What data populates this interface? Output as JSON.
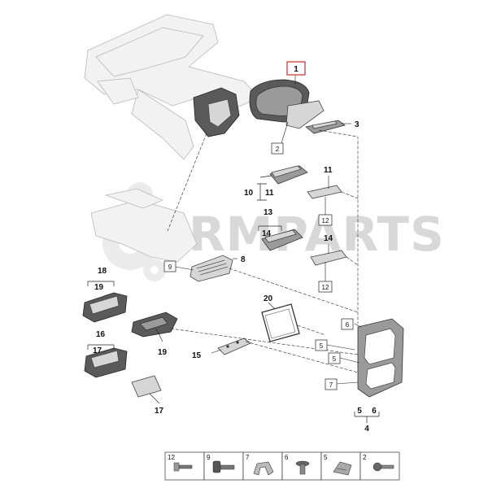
{
  "watermark": {
    "text": "RMPARTS"
  },
  "callouts": [
    {
      "id": "c1",
      "text": "1",
      "boxed": true,
      "highlight": true
    },
    {
      "id": "c2",
      "text": "2",
      "boxed": true
    },
    {
      "id": "c3",
      "text": "3",
      "boxed": false
    },
    {
      "id": "c4",
      "text": "4",
      "boxed": false
    },
    {
      "id": "c5a",
      "text": "5",
      "boxed": true
    },
    {
      "id": "c5b",
      "text": "5",
      "boxed": true
    },
    {
      "id": "c56a",
      "text": "5",
      "boxed": false
    },
    {
      "id": "c56b",
      "text": "6",
      "boxed": false
    },
    {
      "id": "c6",
      "text": "6",
      "boxed": true
    },
    {
      "id": "c7",
      "text": "7",
      "boxed": true
    },
    {
      "id": "c8",
      "text": "8",
      "boxed": false
    },
    {
      "id": "c9",
      "text": "9",
      "boxed": true
    },
    {
      "id": "c10",
      "text": "10",
      "boxed": false
    },
    {
      "id": "c11a",
      "text": "11",
      "boxed": false
    },
    {
      "id": "c11b",
      "text": "11",
      "boxed": false
    },
    {
      "id": "c12a",
      "text": "12",
      "boxed": true
    },
    {
      "id": "c12b",
      "text": "12",
      "boxed": true
    },
    {
      "id": "c13",
      "text": "13",
      "boxed": false
    },
    {
      "id": "c14a",
      "text": "14",
      "boxed": false
    },
    {
      "id": "c14b",
      "text": "14",
      "boxed": false
    },
    {
      "id": "c15",
      "text": "15",
      "boxed": false
    },
    {
      "id": "c16",
      "text": "16",
      "boxed": false
    },
    {
      "id": "c17a",
      "text": "17",
      "boxed": false
    },
    {
      "id": "c17b",
      "text": "17",
      "boxed": false
    },
    {
      "id": "c18",
      "text": "18",
      "boxed": false
    },
    {
      "id": "c19a",
      "text": "19",
      "boxed": false
    },
    {
      "id": "c19b",
      "text": "19",
      "boxed": false
    },
    {
      "id": "c20",
      "text": "20",
      "boxed": false
    }
  ],
  "fastener_legend": [
    {
      "label": "12",
      "icon": "bolt-icon"
    },
    {
      "label": "9",
      "icon": "flange-bolt-icon"
    },
    {
      "label": "7",
      "icon": "clip-icon"
    },
    {
      "label": "6",
      "icon": "rivet-icon"
    },
    {
      "label": "5",
      "icon": "spring-nut-icon"
    },
    {
      "label": "2",
      "icon": "screw-icon"
    }
  ]
}
